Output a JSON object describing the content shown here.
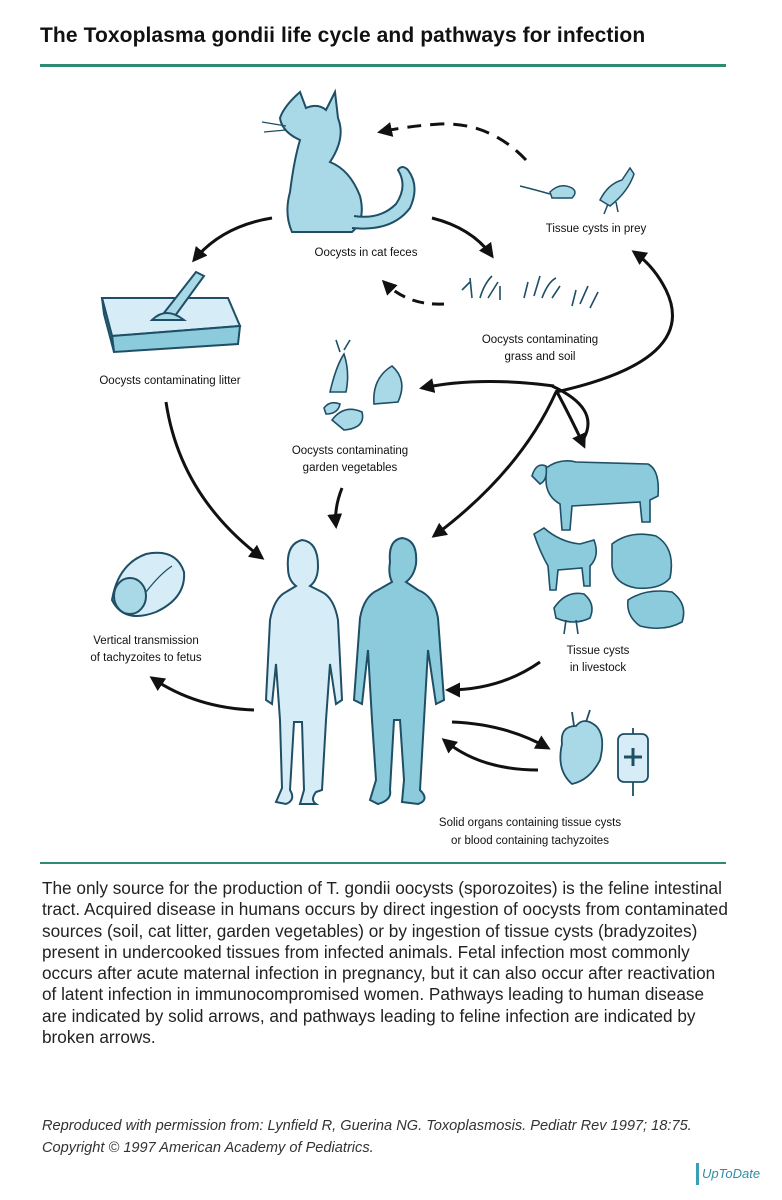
{
  "title": "The Toxoplasma gondii life cycle and pathways for infection",
  "labels": {
    "cat_feces": "Oocysts in cat feces",
    "prey": "Tissue cysts in prey",
    "litter": "Oocysts contaminating litter",
    "grass_1": "Oocysts contaminating",
    "grass_2": "grass and soil",
    "veg_1": "Oocysts contaminating",
    "veg_2": "garden vegetables",
    "vertical_1": "Vertical transmission",
    "vertical_2": "of tachyzoites to fetus",
    "livestock_1": "Tissue cysts",
    "livestock_2": "in livestock",
    "organs_1": "Solid organs containing tissue cysts",
    "organs_2": "or blood containing tachyzoites"
  },
  "caption": "The only source for the production of T. gondii oocysts (sporozoites) is the feline intestinal tract. Acquired disease in humans occurs by direct ingestion of oocysts from contaminated sources (soil, cat litter, garden vegetables) or by ingestion of tissue cysts (bradyzoites) present in undercooked tissues from infected animals. Fetal infection most commonly occurs after acute maternal infection in pregnancy, but it can also occur after reactivation of latent infection in immunocompromised women. Pathways leading to human disease are indicated by solid arrows, and pathways leading to feline infection are indicated by broken arrows.",
  "credit": "Reproduced with permission from: Lynfield R, Guerina NG. Toxoplasmosis. Pediatr Rev 1997; 18:75. Copyright © 1997 American Academy of Pediatrics.",
  "logo": "UpToDate",
  "colors": {
    "fill_light": "#a9d8e6",
    "fill_mid": "#8ccbdc",
    "fill_pale": "#d6ecf6",
    "stroke": "#1e4f66",
    "rule": "#2e8b73"
  }
}
